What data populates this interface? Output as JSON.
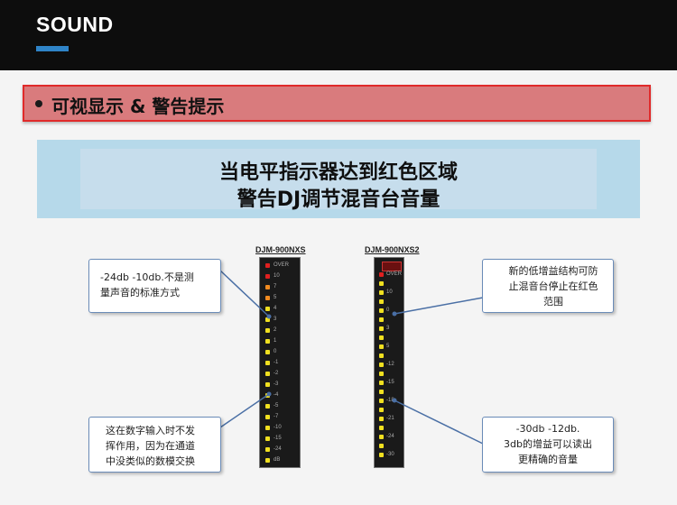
{
  "header": {
    "title": "SOUND"
  },
  "section": {
    "title": "可视显示 & 警告提示"
  },
  "banner": {
    "line1": "当电平指示器达到红色区域",
    "line2": "警告DJ调节混音台音量"
  },
  "meters": {
    "left": {
      "label": "DJM-900NXS",
      "ticks": [
        "OVER",
        "10",
        "7",
        "5",
        "4",
        "3",
        "2",
        "1",
        "0",
        "-1",
        "-2",
        "-3",
        "-4",
        "-5",
        "-7",
        "-10",
        "-15",
        "-24",
        "dB"
      ]
    },
    "right": {
      "label": "DJM-900NXS2",
      "ticks": [
        "OVER",
        "10",
        "0",
        "3",
        "5",
        "-12",
        "-15",
        "-18",
        "-21",
        "-24",
        "-30"
      ]
    }
  },
  "callouts": {
    "top_left": [
      "-24db -10db.不是测",
      "量声音的标准方式"
    ],
    "bottom_left": [
      "这在数字输入时不发",
      "挥作用，因为在通道",
      "中没类似的数模交换"
    ],
    "top_right": [
      "新的低增益结构可防",
      "止混音台停止在红色",
      "范围"
    ],
    "bottom_right": [
      "-30db -12db.",
      "3db的增益可以读出",
      "更精确的音量"
    ]
  },
  "colors": {
    "header_bg": "#0d0d0d",
    "accent_blue": "#2f84c8",
    "section_bg": "#d97b7d",
    "section_border": "#e02a2a",
    "banner_bg": "#b6d9ea",
    "led_red": "#e02020",
    "led_orange": "#f08a20",
    "led_yellow": "#f0e020"
  }
}
